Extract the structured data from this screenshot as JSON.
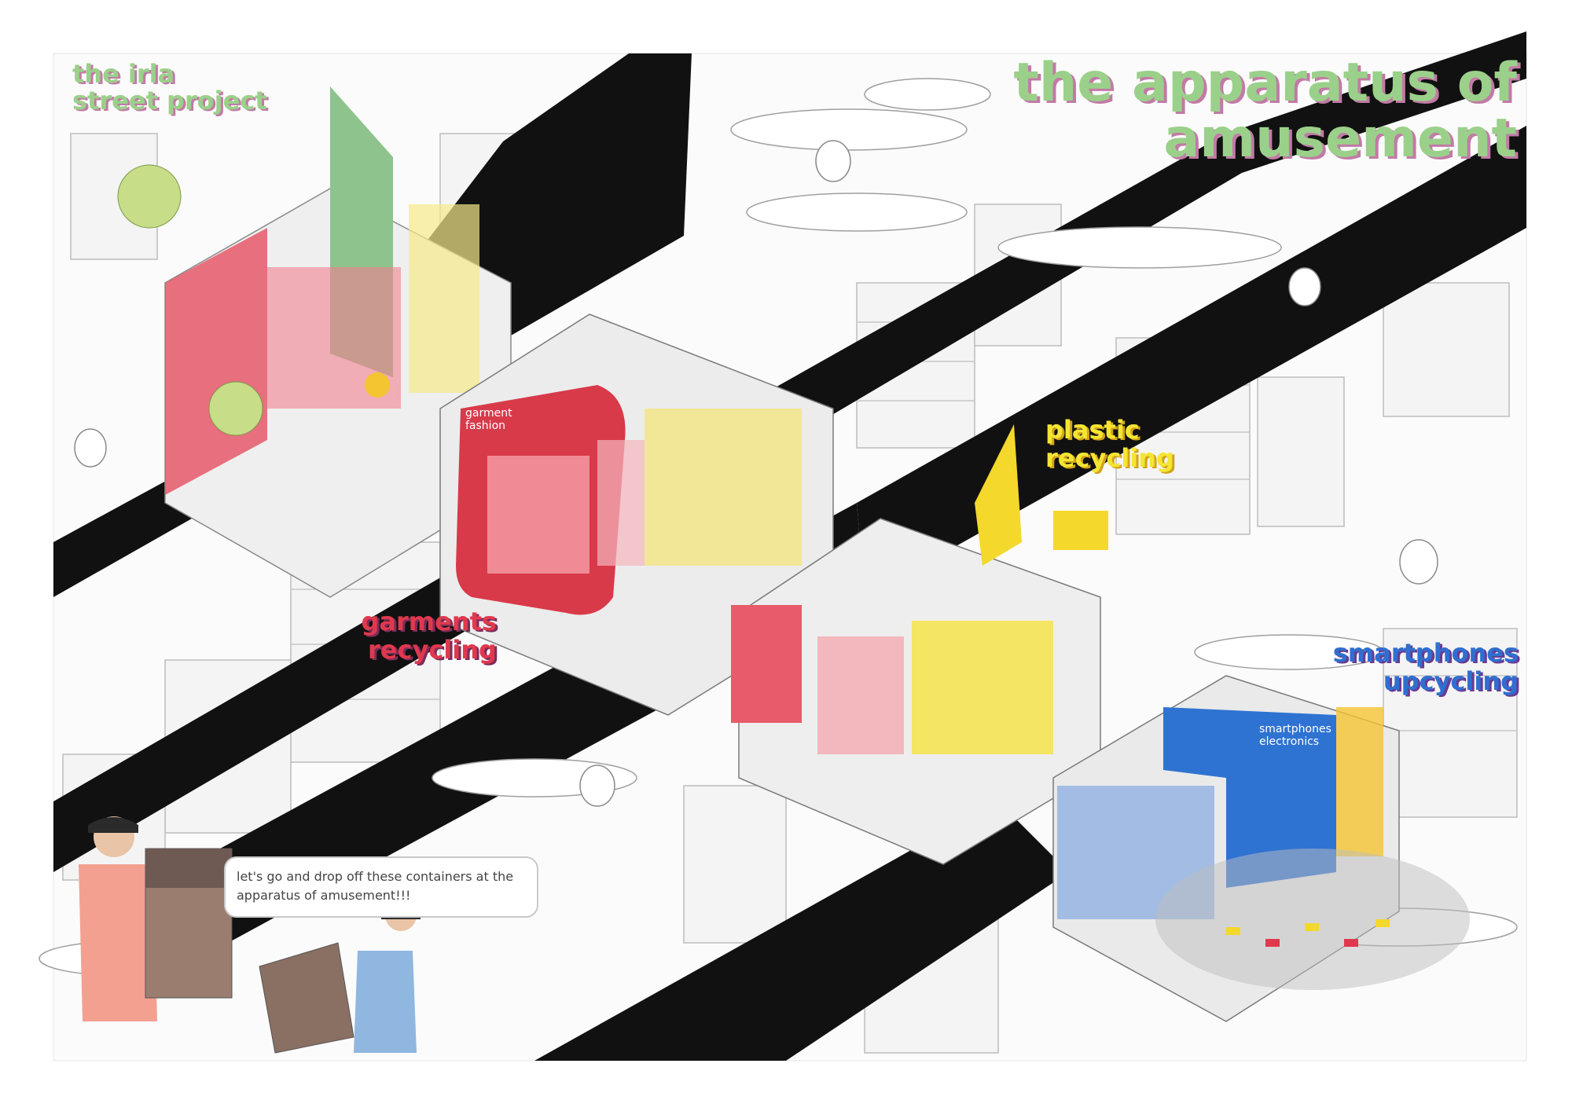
{
  "header": {
    "main_title_line1": "the apparatus of",
    "main_title_line2": "amusement",
    "project_title_line1": "the irla",
    "project_title_line2": "street project"
  },
  "labels": {
    "garments_line1": "garments",
    "garments_line2": "recycling",
    "plastic_line1": "plastic",
    "plastic_line2": "recycling",
    "phones_line1": "smartphones",
    "phones_line2": "upcycling"
  },
  "building_signs": {
    "garment_line1": "garment",
    "garment_line2": "fashion",
    "phones_line1": "smartphones",
    "phones_line2": "electronics"
  },
  "speech_bubble": {
    "text": "let's go and drop off these containers at the apparatus of amusement!!!"
  },
  "palette": {
    "red": "#e0394e",
    "yellow": "#f4e534",
    "blue": "#2f6fd0",
    "green": "#9bd08a",
    "road": "#111111"
  }
}
